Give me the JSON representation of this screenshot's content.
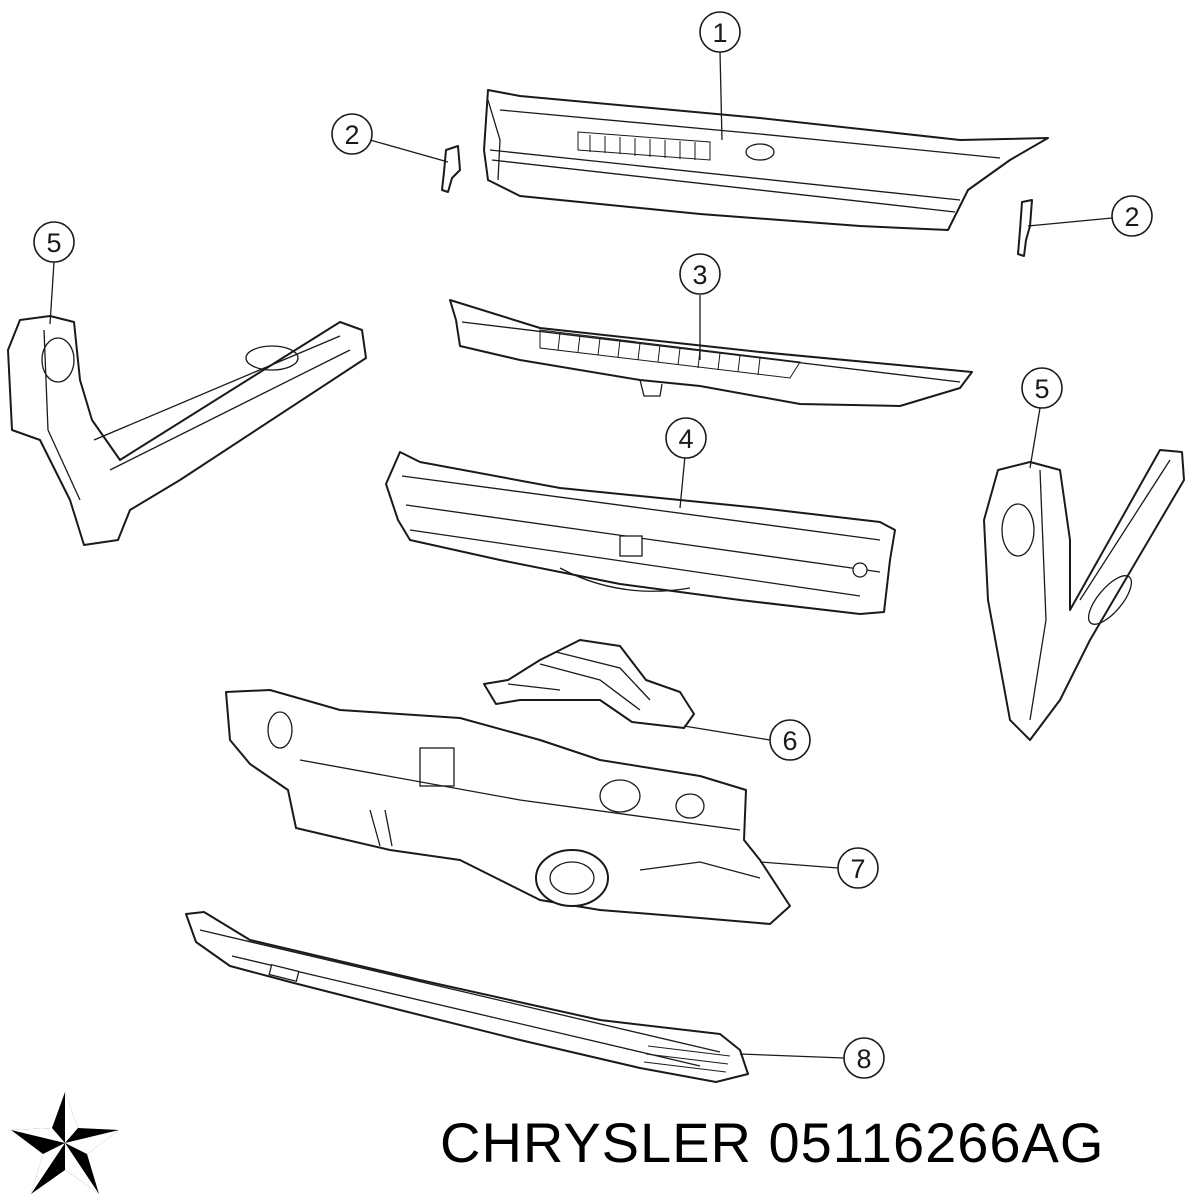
{
  "callouts": [
    {
      "label": "1"
    },
    {
      "label": "2"
    },
    {
      "label": "2"
    },
    {
      "label": "3"
    },
    {
      "label": "4"
    },
    {
      "label": "5"
    },
    {
      "label": "5"
    },
    {
      "label": "6"
    },
    {
      "label": "7"
    },
    {
      "label": "8"
    }
  ],
  "caption": {
    "brand": "CHRYSLER",
    "part_number": "05116266AG"
  },
  "logo": {
    "icon": "pentastar-logo-icon",
    "color": "#000000"
  }
}
